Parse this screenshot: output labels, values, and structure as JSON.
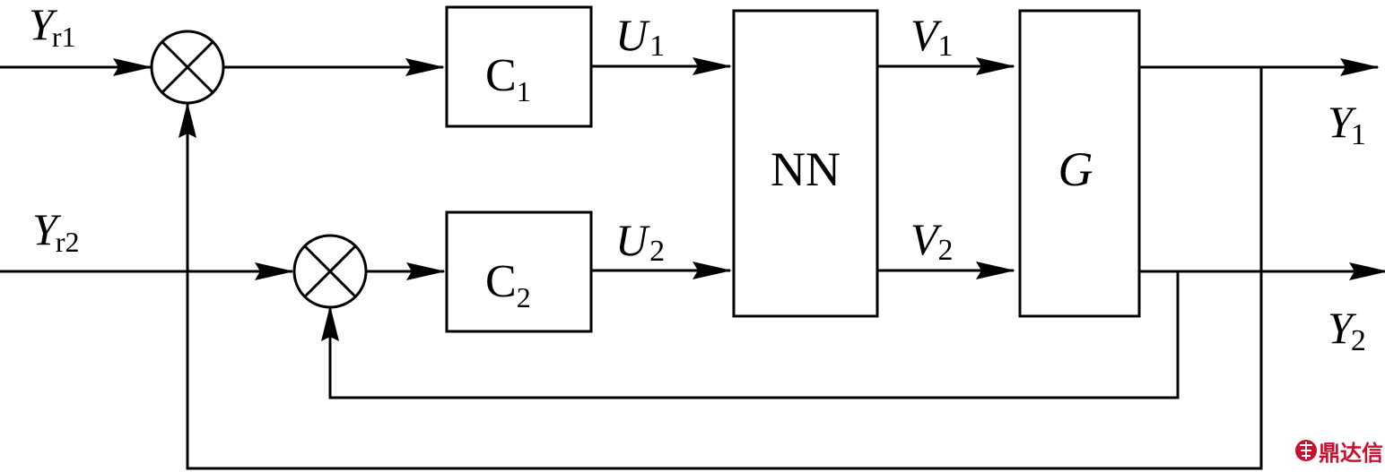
{
  "inputs": {
    "yr1": {
      "main": "Y",
      "sub": "r1"
    },
    "yr2": {
      "main": "Y",
      "sub": "r2"
    }
  },
  "blocks": {
    "c1": {
      "main": "C",
      "sub": "1"
    },
    "c2": {
      "main": "C",
      "sub": "2"
    },
    "nn": {
      "label": "NN"
    },
    "g": {
      "label": "G"
    }
  },
  "signals": {
    "u1": {
      "main": "U",
      "sub": "1"
    },
    "u2": {
      "main": "U",
      "sub": "2"
    },
    "v1": {
      "main": "V",
      "sub": "1"
    },
    "v2": {
      "main": "V",
      "sub": "2"
    }
  },
  "outputs": {
    "y1": {
      "main": "Y",
      "sub": "1"
    },
    "y2": {
      "main": "Y",
      "sub": "2"
    }
  },
  "watermark": {
    "text": "鼎达信",
    "color": "#c8102e"
  },
  "colors": {
    "line": "#000000",
    "background": "#ffffff"
  }
}
